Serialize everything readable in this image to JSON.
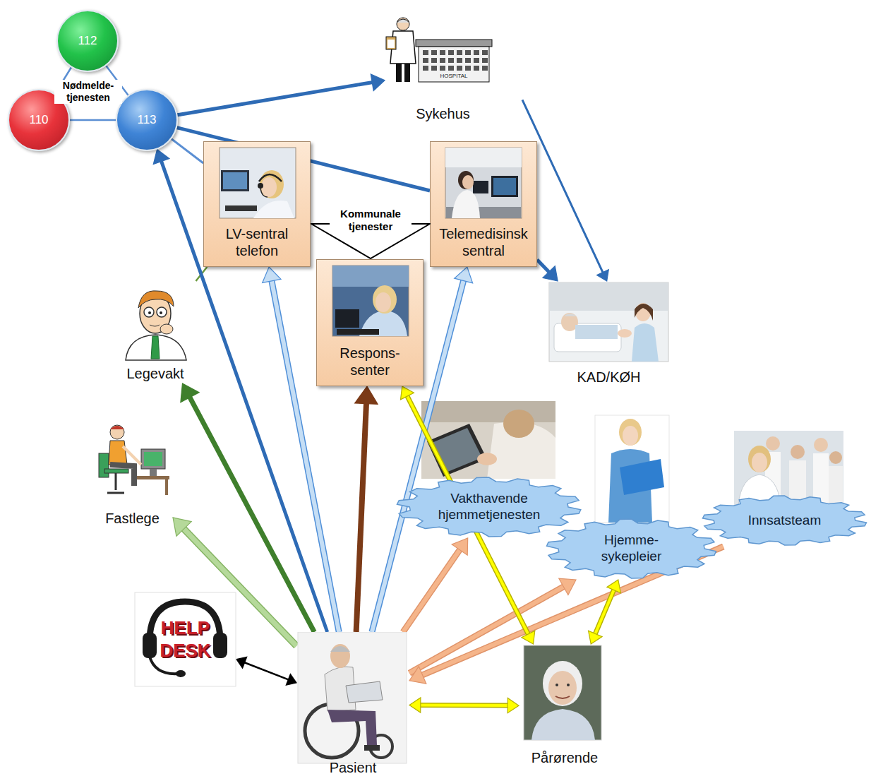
{
  "diagram": {
    "nodes": [
      {
        "text": [
          "112"
        ]
      },
      {
        "text": [
          "110"
        ]
      },
      {
        "text": [
          "113"
        ]
      },
      {
        "text": [
          "Sykehus"
        ]
      },
      {
        "text": [
          "LV-sentral telefon"
        ]
      },
      {
        "text": [
          "Telemedisinsk sentral"
        ]
      },
      {
        "text": [
          "Kommunale tjenester"
        ]
      },
      {
        "text": [
          "Respons- senter"
        ]
      },
      {
        "text": [
          "Legevakt"
        ]
      },
      {
        "text": [
          "KAD/KØH"
        ]
      },
      {
        "text": [
          "Fastlege"
        ]
      },
      {
        "text": [
          "Vakthavende hjemmetjenesten"
        ]
      },
      {
        "text": [
          "Hjemme- sykepleier"
        ]
      },
      {
        "text": [
          "Innsatsteam"
        ]
      },
      {
        "text": [
          "HELP DESK"
        ]
      },
      {
        "text": [
          "Pasient"
        ]
      },
      {
        "text": [
          "Pårørende"
        ]
      }
    ],
    "edges": [
      {
        "from": 0,
        "to": 1,
        "arrow": "none"
      },
      {
        "from": 0,
        "to": 2,
        "arrow": "none"
      },
      {
        "from": 1,
        "to": 2,
        "arrow": "none"
      },
      {
        "from": 2,
        "to": 3,
        "arrow": "to"
      },
      {
        "from": 2,
        "to": 4,
        "arrow": "none"
      },
      {
        "from": 2,
        "to": 5,
        "arrow": "none"
      },
      {
        "from": 5,
        "to": 9,
        "arrow": "to"
      },
      {
        "from": 3,
        "to": 9,
        "arrow": "to"
      },
      {
        "from": 8,
        "to": 4,
        "arrow": "none"
      },
      {
        "from": 15,
        "to": 2,
        "arrow": "to"
      },
      {
        "from": 15,
        "to": 4,
        "arrow": "to"
      },
      {
        "from": 15,
        "to": 7,
        "arrow": "to"
      },
      {
        "from": 15,
        "to": 5,
        "arrow": "to"
      },
      {
        "from": 15,
        "to": 8,
        "arrow": "to"
      },
      {
        "from": 15,
        "to": 10,
        "arrow": "to"
      },
      {
        "from": 15,
        "to": 11,
        "arrow": "to"
      },
      {
        "from": 15,
        "to": 12,
        "arrow": "to"
      },
      {
        "from": 13,
        "to": 15,
        "arrow": "to"
      },
      {
        "from": 7,
        "to": 16,
        "arrow": "both"
      },
      {
        "from": 12,
        "to": 16,
        "arrow": "both"
      },
      {
        "from": 15,
        "to": 14,
        "arrow": "both"
      },
      {
        "from": 15,
        "to": 16,
        "arrow": "both"
      }
    ],
    "labels": [
      "Nødmelde- tjenesten",
      "HOSPITAL"
    ]
  }
}
